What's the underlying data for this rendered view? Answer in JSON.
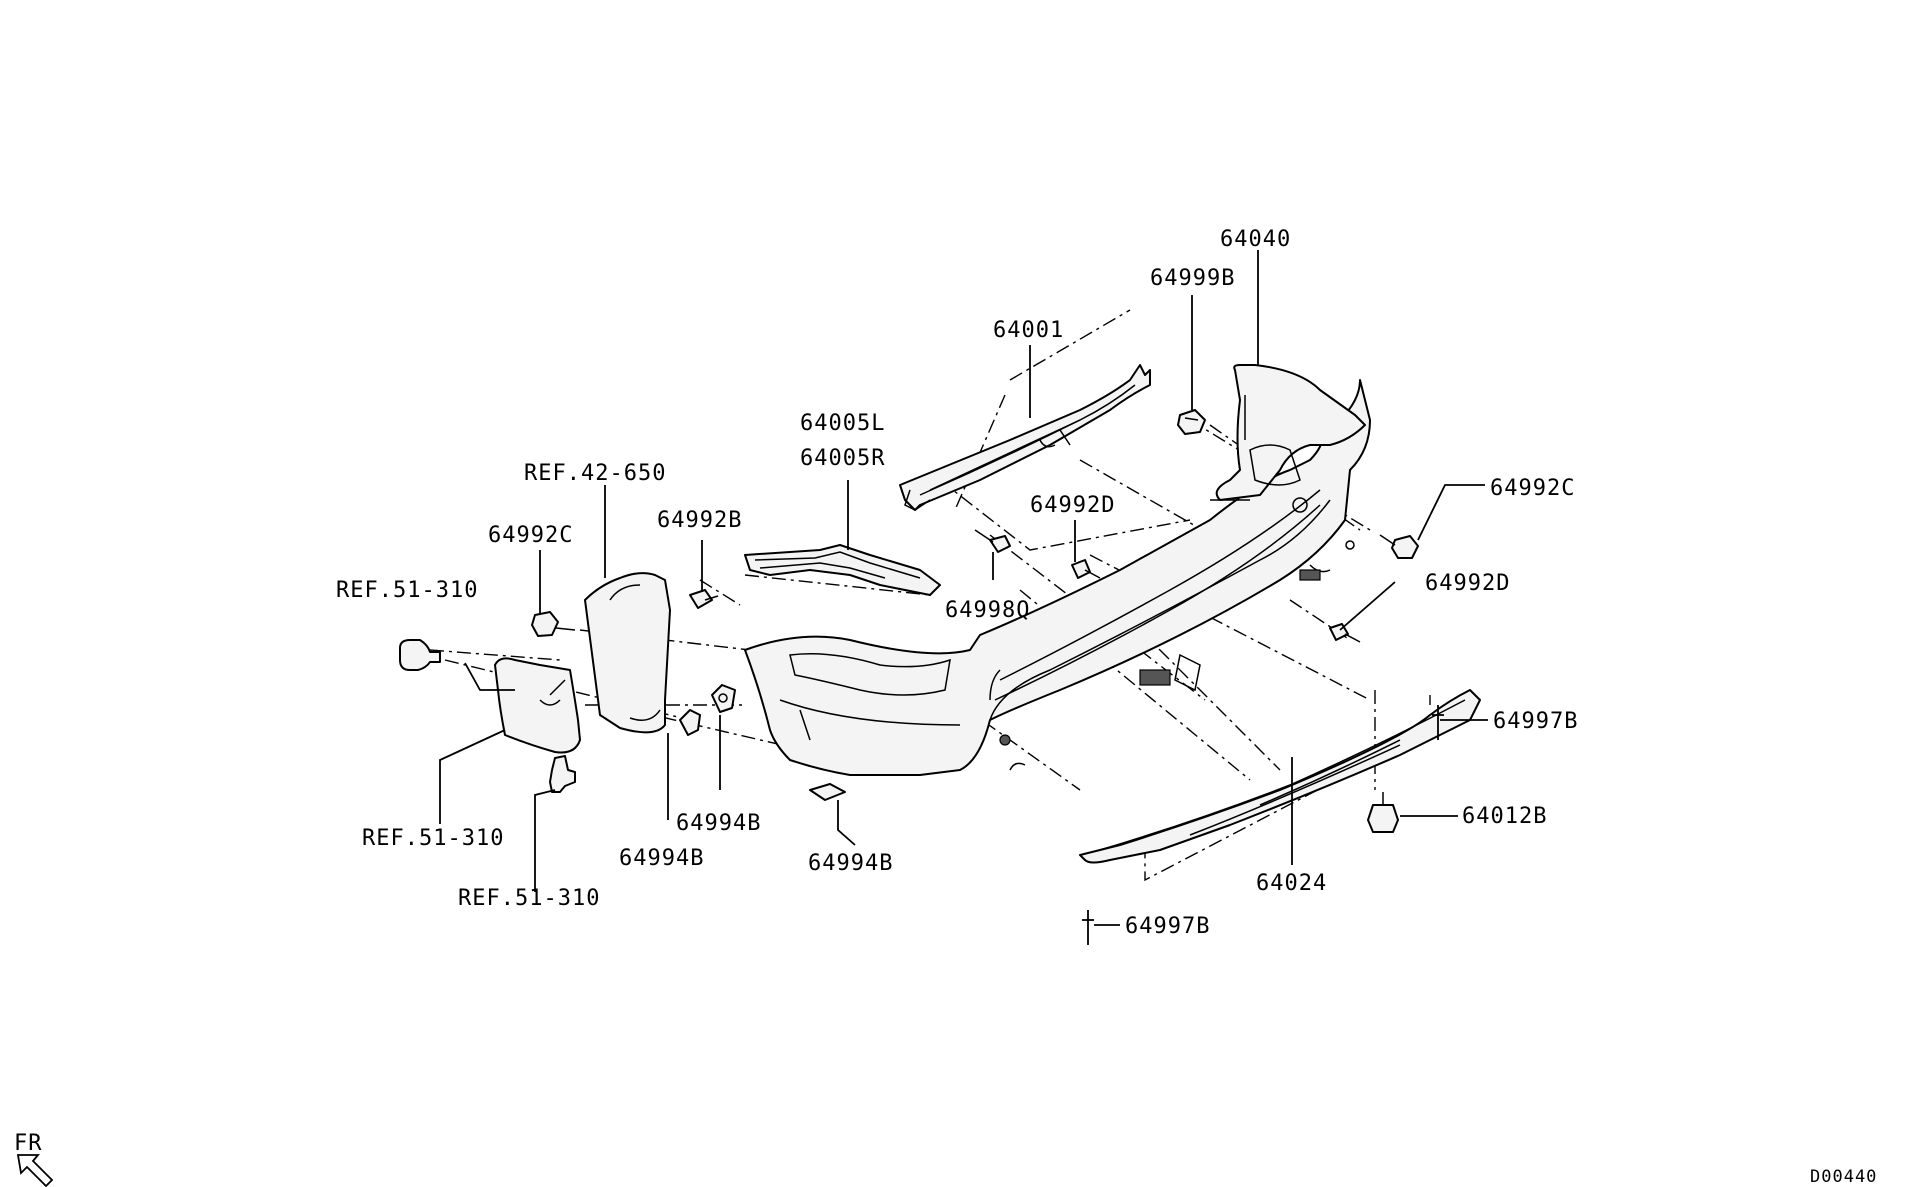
{
  "diagram": {
    "labels": {
      "p64040": "64040",
      "p64001": "64001",
      "p64999B": "64999B",
      "p64005L": "64005L",
      "p64005R": "64005R",
      "ref42_650": "REF.42-650",
      "p64992B": "64992B",
      "p64992D_top": "64992D",
      "p64992C_left": "64992C",
      "p64992C_right": "64992C",
      "p64992D_right": "64992D",
      "ref51_310_top": "REF.51-310",
      "p64998Q": "64998Q",
      "p64997B_right": "64997B",
      "p64012B": "64012B",
      "ref51_310_mid": "REF.51-310",
      "p64994B_mid": "64994B",
      "p64994B_left": "64994B",
      "p64994B_bottom": "64994B",
      "p64024": "64024",
      "ref51_310_bottom": "REF.51-310",
      "p64997B_bottom": "64997B"
    },
    "front_marker": "FR",
    "drawing_code": "D00440"
  }
}
